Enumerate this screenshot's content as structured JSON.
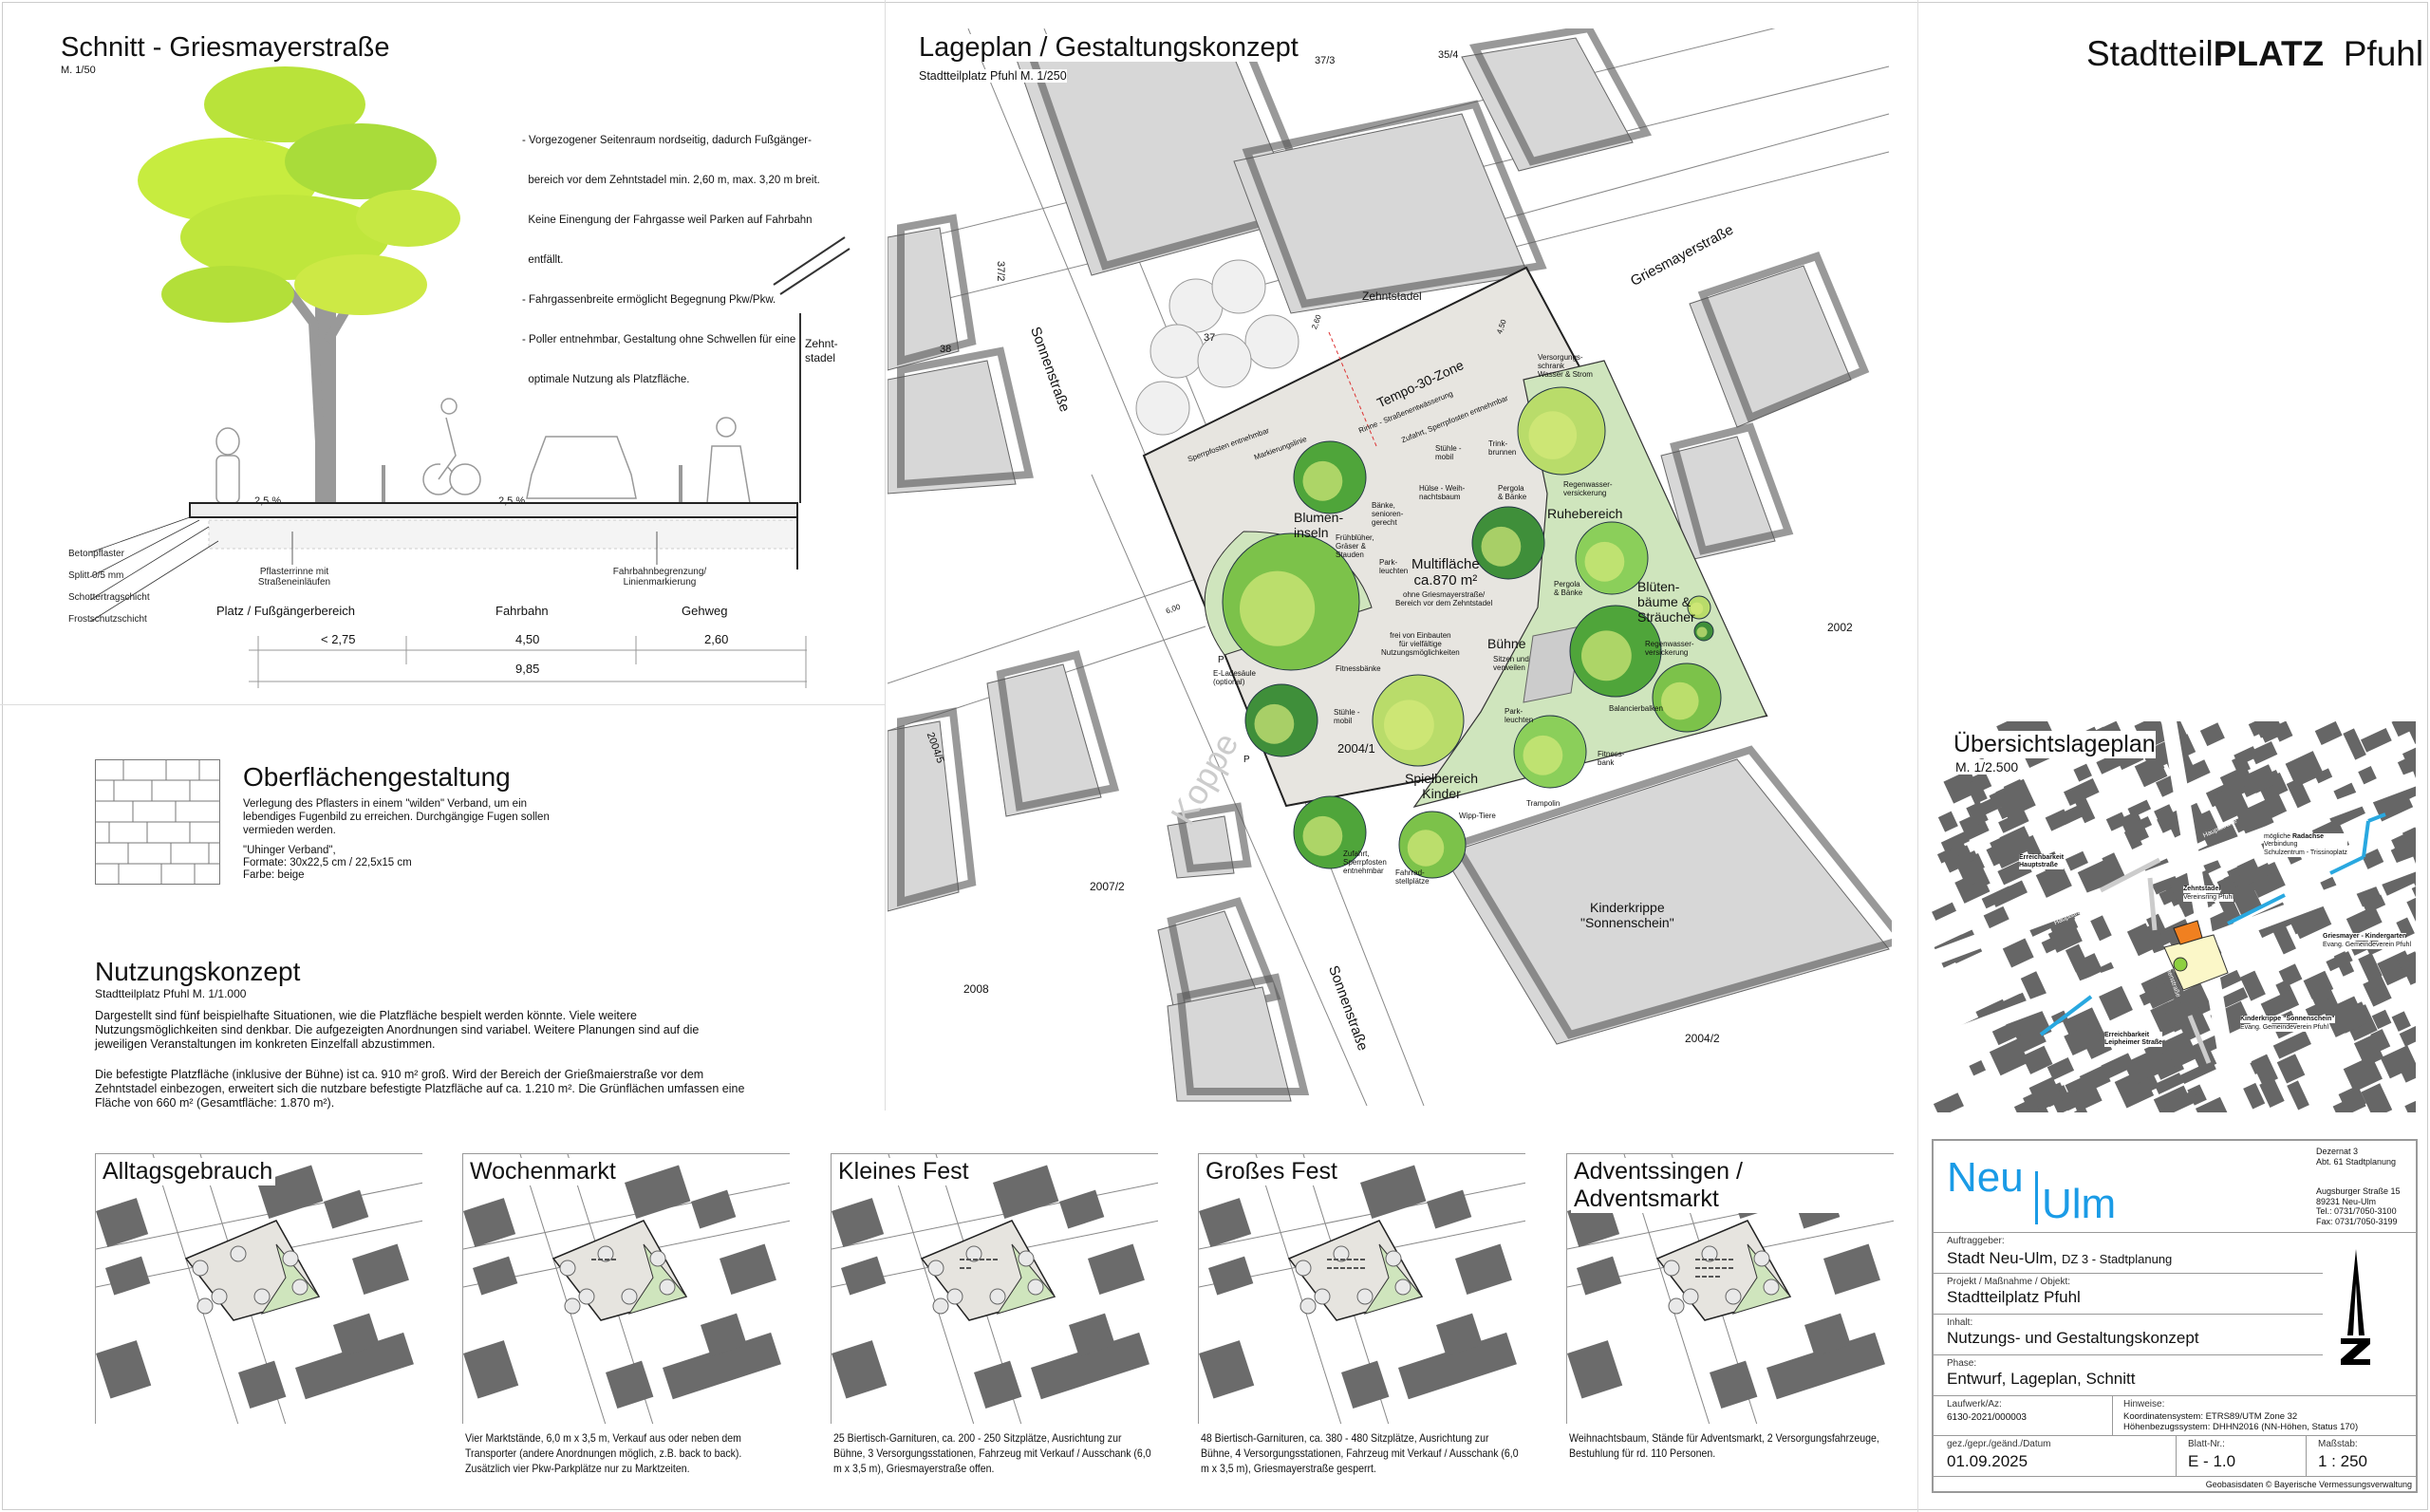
{
  "header": {
    "title_prefix": "Stadtteil",
    "title_bold": "PLATZ",
    "title_suffix": "Pfuhl"
  },
  "schnitt": {
    "title": "Schnitt - Griesmayerstraße",
    "scale": "M. 1/50",
    "notes": [
      "- Vorgezogener Seitenraum nordseitig, dadurch Fußgänger-",
      "  bereich vor dem Zehntstadel min. 2,60 m, max. 3,20 m breit.",
      "  Keine Einengung der Fahrgasse weil Parken auf Fahrbahn",
      "  entfällt.",
      "- Fahrgassenbreite ermöglicht Begegnung Pkw/Pkw.",
      "- Poller entnehmbar, Gestaltung ohne Schwellen für eine",
      "  optimale Nutzung als Platzfläche."
    ],
    "building_label": "Zehnt-\nstadel",
    "slope_left": "2,5 %",
    "slope_right": "2,5 %",
    "layers": [
      "Betonpflaster",
      "Splitt 0/5 mm",
      "Schottertragschicht",
      "Frostschutzschicht"
    ],
    "callout_gutter": "Pflasterrinne mit\nStraßeneinläufen",
    "callout_line": "Fahrbahnbegrenzung/\nLinienmarkierung",
    "zones": [
      "Platz / Fußgängerbereich",
      "Fahrbahn",
      "Gehweg"
    ],
    "dims": [
      "< 2,75",
      "4,50",
      "2,60"
    ],
    "dim_total": "9,85"
  },
  "oberflaeche": {
    "title": "Oberflächengestaltung",
    "text": "Verlegung des Pflasters in einem \"wilden\" Verband, um ein lebendiges Fugenbild zu erreichen. Durchgängige Fugen sollen vermieden werden.",
    "spec": [
      "\"Uhinger Verband\",",
      "Formate: 30x22,5 cm / 22,5x15 cm",
      "Farbe: beige"
    ]
  },
  "nutzung": {
    "title": "Nutzungskonzept",
    "scale": "Stadtteilplatz Pfuhl M. 1/1.000",
    "p1": "Dargestellt sind fünf beispielhafte Situationen, wie die Platzfläche bespielt werden könnte. Viele weitere Nutzungsmöglichkeiten sind denkbar. Die aufgezeigten Anordnungen sind variabel. Weitere Planungen sind auf die jeweiligen Veranstaltungen im konkreten Einzelfall abzustimmen.",
    "p2": "Die befestigte Platzfläche (inklusive der Bühne) ist ca. 910 m² groß. Wird der Bereich der Grießmaierstraße vor dem Zehntstadel einbezogen, erweitert sich die nutzbare befestigte Platzfläche auf ca. 1.210 m². Die Grünflächen umfassen eine Fläche von 660 m² (Gesamtfläche: 1.870 m²)."
  },
  "lageplan": {
    "title": "Lageplan / Gestaltungskonzept",
    "scale": "Stadtteilplatz Pfuhl M. 1/250",
    "parcels": [
      "37/3",
      "35/4",
      "37/2",
      "38",
      "37",
      "2002",
      "2004/1",
      "2004/5",
      "2007/2",
      "2008",
      "2004/2"
    ],
    "streets": [
      "Griesmayerstraße",
      "Sonnenstraße",
      "Sonnenstraße",
      "Koppe"
    ],
    "labels": {
      "zehntstadel": "Zehntstadel",
      "tempo": "Tempo-30-Zone",
      "rinne": "Rinne - Straßenentwässerung",
      "zufahrt": "Zufahrt, Sperrpfosten entnehmbar",
      "markierung": "Markierungslinie",
      "pfosten": "Sperrpfosten entnehmbar",
      "versorgung": "Versorgungs-\nschrank\nWasser & Strom",
      "stuehle1": "Stühle -\nmobil",
      "trink": "Trink-\nbrunnen",
      "huelse": "Hülse - Weih-\nnachtsbaum",
      "baenke": "Bänke,\nsenioren-\ngerecht",
      "pergola1": "Pergola\n& Bänke",
      "regen1": "Regenwasser-\nversickerung",
      "ruhe": "Ruhebereich",
      "blumen": "Blumen-\ninseln",
      "fruehbluer": "Frühblüher,\nGräser &\nStauden",
      "parkl1": "Park-\nleuchten",
      "multi": "Multifläche\nca.870 m²",
      "multi_sub": "ohne Griesmayerstraße/\nBereich vor dem Zehntstadel",
      "pergola2": "Pergola\n& Bänke",
      "blueten": "Blüten-\nbäume &\nSträucher",
      "frei": "frei von Einbauten\nfür vielfältige\nNutzungsmöglichkeiten",
      "buehne": "Bühne",
      "sitzen": "Sitzen und\nverweilen",
      "regen2": "Regenwasser-\nversickerung",
      "fitnessb": "Fitnessbänke",
      "lade": "E-Ladesäule\n(optional)",
      "stuehle2": "Stühle -\nmobil",
      "parkl2": "Park-\nleuchten",
      "balancier": "Balancierbalken",
      "fitness": "Fitness-\nbank",
      "spiel": "Spielbereich\nKinder",
      "trampolin": "Trampolin",
      "wipp": "Wipp-Tiere",
      "zufahrt2": "Zufahrt,\nSperrpfosten\nentnehmbar",
      "fahrrad": "Fahrrad-\nstellplätze",
      "krippe": "Kinderkrippe\n\"Sonnenschein\"",
      "dim1": "2,60",
      "dim2": "4,50",
      "dim3": "6,00",
      "p": "P"
    }
  },
  "uebersicht": {
    "title": "Übersichtslageplan",
    "scale": "M. 1/2.500",
    "labels": {
      "hauptstr": "Hauptstraße",
      "griesmayer": "Griesmayerstraße",
      "sonnen": "Sonnenstraße",
      "erreich_haupt": "Erreichbarkeit\nHauptstraße",
      "radachse_pre": "mögliche ",
      "radachse_bold": "Radachse",
      "radachse_rest": "Verbindung\nSchulzentrum - Trissinoplatz",
      "zehnt_bold": "Zehntstadel",
      "zehnt_sub": "Vereinsring Pfuhl",
      "griesmayer_kg": "Griesmayer - Kindergarten",
      "griesmayer_kg_sub": "Evang. Gemeindeverein Pfuhl",
      "krippe": "Kinderkrippe \"Sonnenschein\"",
      "krippe_sub": "Evang. Gemeindeverein Pfuhl",
      "erreich_leip": "Erreichbarkeit\nLeipheimer Straße"
    },
    "colors": {
      "radachse": "#29a8e0",
      "zehntstadel": "#f08020",
      "platz": "#fbf7c8"
    }
  },
  "szenarien": [
    {
      "title": "Alltagsgebrauch",
      "caption": ""
    },
    {
      "title": "Wochenmarkt",
      "caption": "Vier Marktstände, 6,0 m x 3,5 m, Verkauf aus oder neben dem Transporter (andere Anordnungen möglich, z.B. back to back). Zusätzlich vier Pkw-Parkplätze nur zu Marktzeiten."
    },
    {
      "title": "Kleines Fest",
      "caption": "25 Biertisch-Garnituren, ca. 200 - 250 Sitzplätze, Ausrichtung zur Bühne, 3 Versorgungsstationen, Fahrzeug mit Verkauf / Ausschank (6,0 m x 3,5 m), Griesmayerstraße offen."
    },
    {
      "title": "Großes Fest",
      "caption": "48 Biertisch-Garnituren, ca. 380 - 480 Sitzplätze, Ausrichtung zur Bühne, 4 Versorgungsstationen, Fahrzeug mit Verkauf / Ausschank (6,0 m x 3,5 m), Griesmayerstraße gesperrt."
    },
    {
      "title": "Adventssingen / Adventsmarkt",
      "caption": "Weihnachtsbaum, Stände für Adventsmarkt, 2 Versorgungsfahrzeuge, Bestuhlung für rd. 110 Personen."
    }
  ],
  "titleblock": {
    "logo_a": "Neu",
    "logo_b": "Ulm",
    "logo_color": "#1a9be6",
    "office": [
      "Dezernat 3",
      "Abt. 61 Stadtplanung"
    ],
    "address": [
      "Augsburger Straße 15",
      "89231 Neu-Ulm",
      "Tel.: 0731/7050-3100",
      "Fax: 0731/7050-3199"
    ],
    "auftraggeber_label": "Auftraggeber:",
    "auftraggeber": "Stadt Neu-Ulm,",
    "auftraggeber_sub": "DZ 3 - Stadtplanung",
    "projekt_label": "Projekt / Maßnahme / Objekt:",
    "projekt": "Stadtteilplatz Pfuhl",
    "inhalt_label": "Inhalt:",
    "inhalt": "Nutzungs- und Gestaltungskonzept",
    "phase_label": "Phase:",
    "phase": "Entwurf, Lageplan, Schnitt",
    "laufwerk_label": "Laufwerk/Az:",
    "laufwerk": "6130-2021/000003",
    "hinweise_label": "Hinweise:",
    "hinweise": [
      "Koordinatensystem: ETRS89/UTM Zone 32",
      "Höhenbezugssystem: DHHN2016 (NN-Höhen, Status 170)"
    ],
    "datum_label": "gez./gepr./geänd./Datum",
    "datum": "01.09.2025",
    "blatt_label": "Blatt-Nr.:",
    "blatt": "E - 1.0",
    "massstab_label": "Maßstab:",
    "massstab": "1 : 250",
    "geobasis": "Geobasisdaten © Bayerische Vermessungsverwaltung",
    "north": "N"
  }
}
